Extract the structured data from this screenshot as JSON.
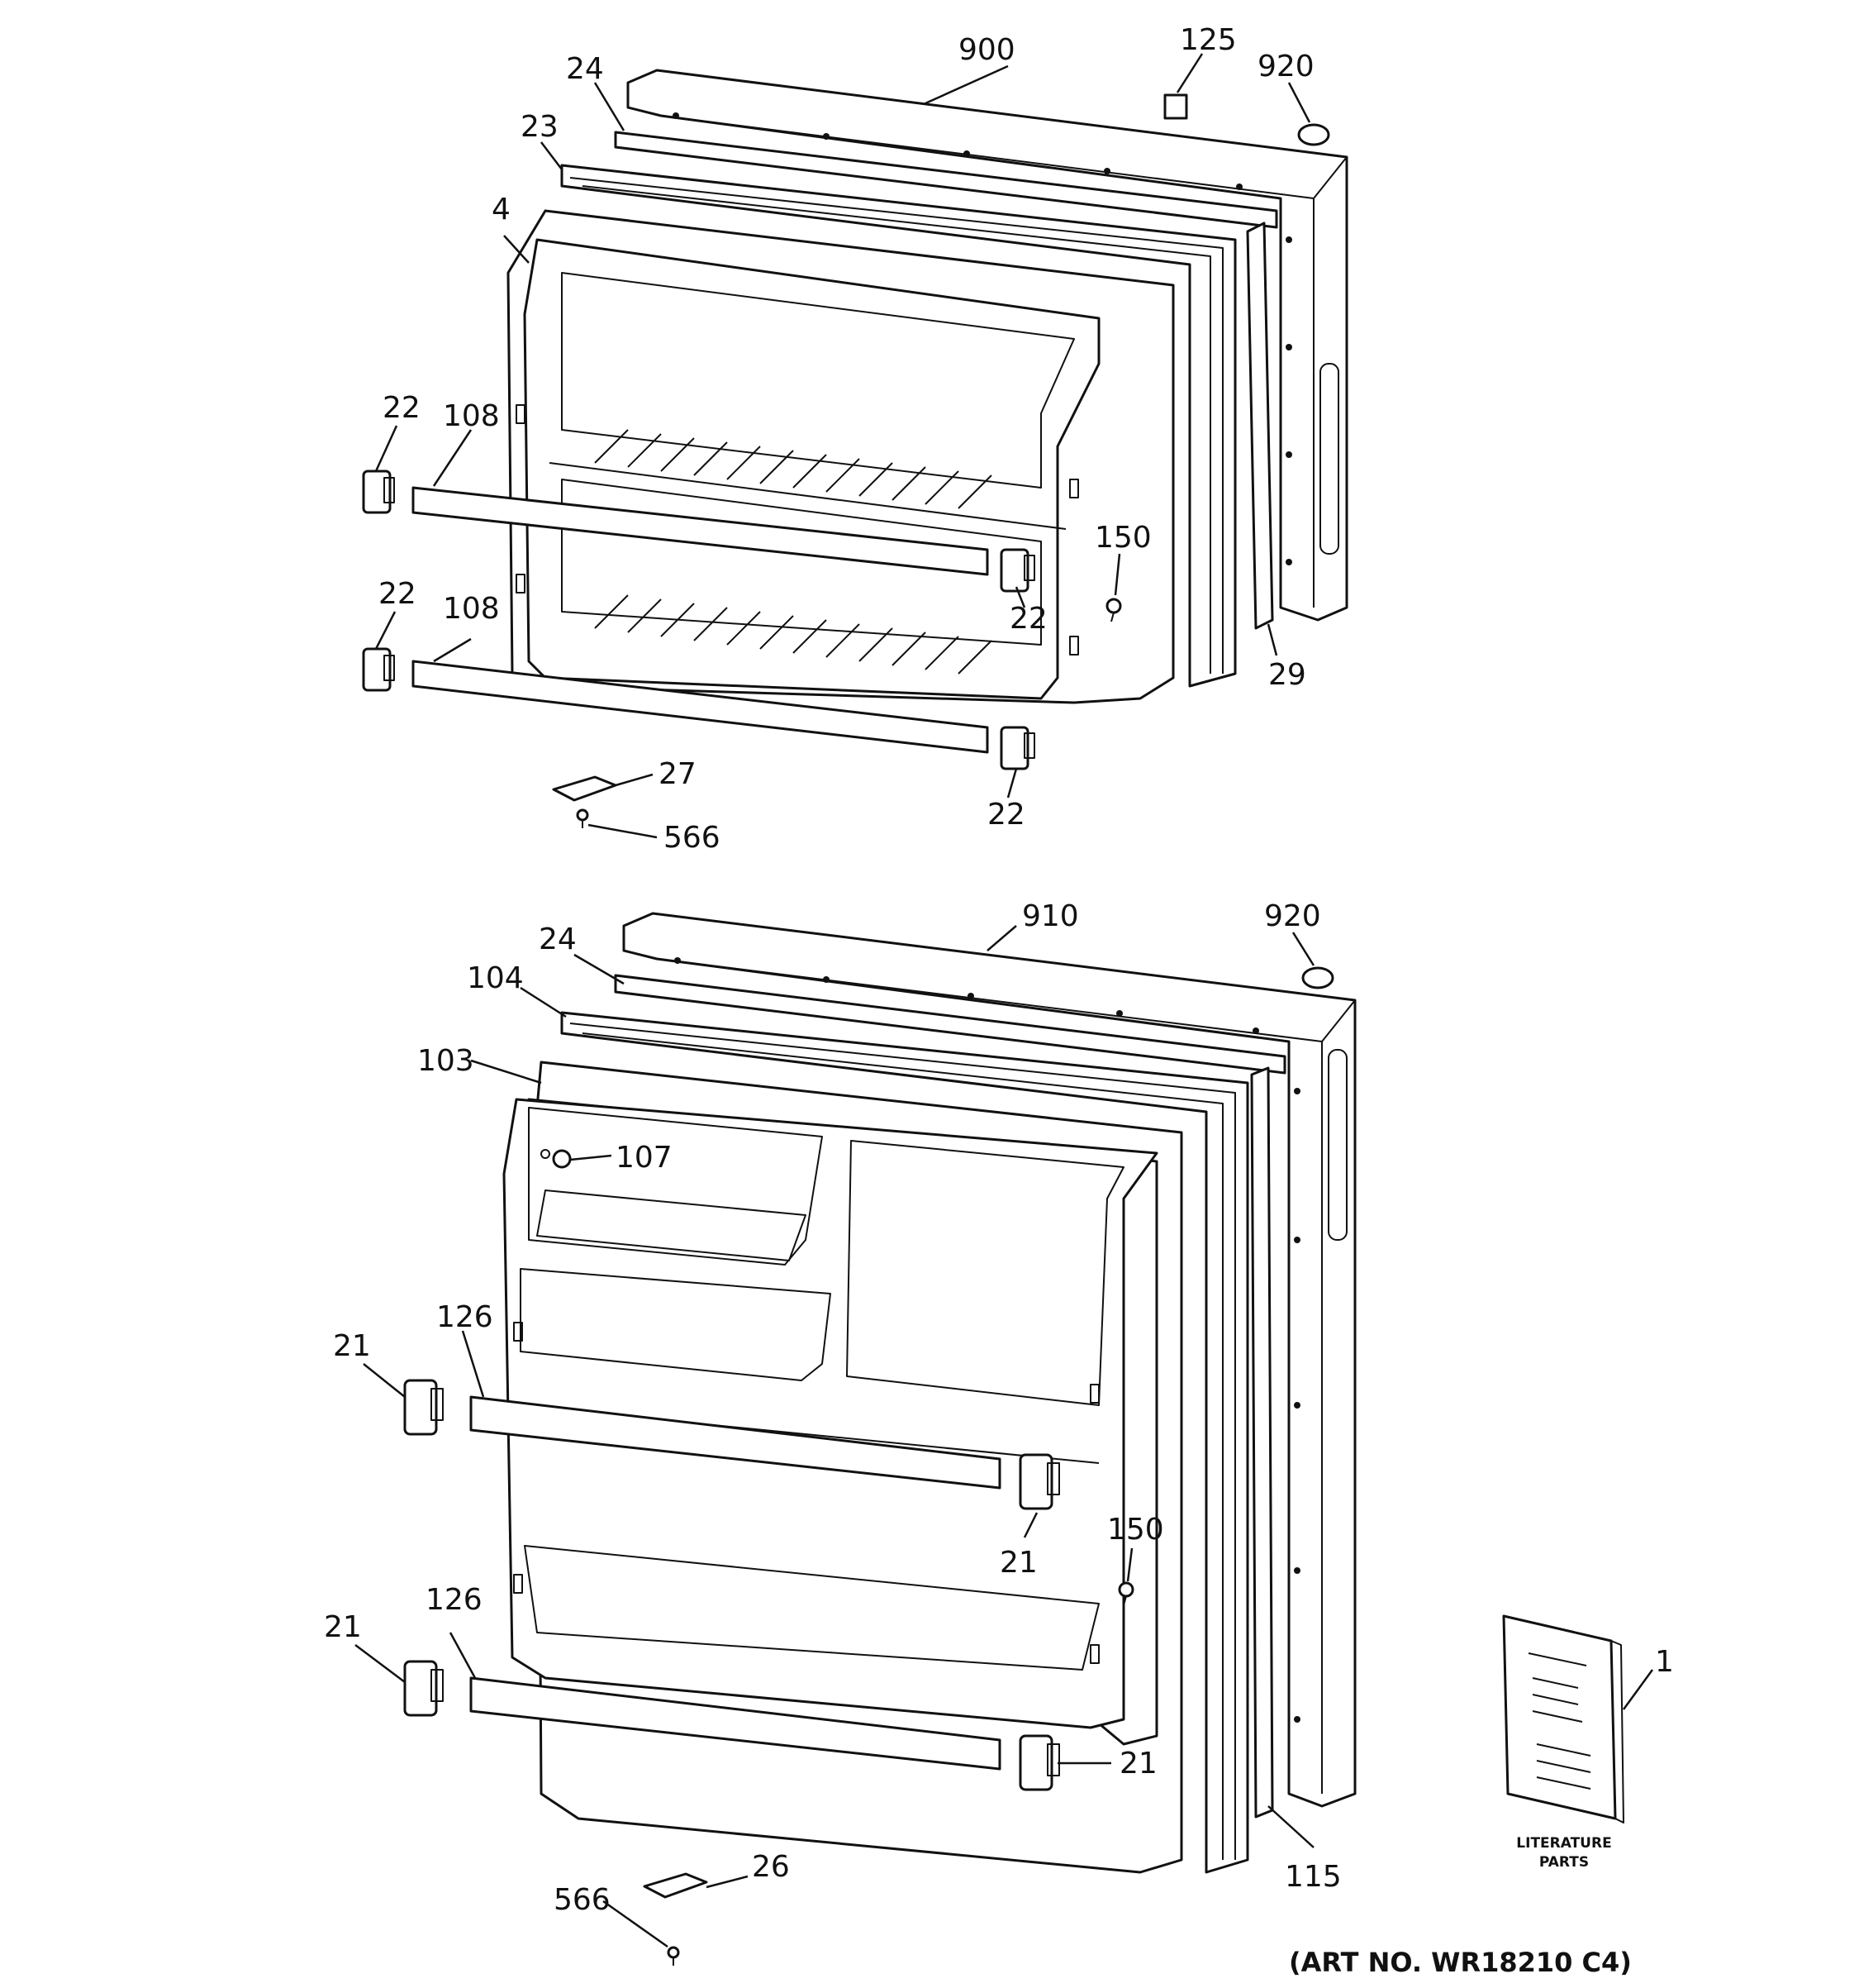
{
  "diagram": {
    "art_number": "(ART NO. WR18210 C4)",
    "literature_label_1": "LITERATURE",
    "literature_label_2": "PARTS",
    "freezer_callouts": {
      "c900": "900",
      "c125": "125",
      "c920": "920",
      "c24": "24",
      "c23": "23",
      "c4": "4",
      "c22a": "22",
      "c108a": "108",
      "c150": "150",
      "c22b": "22",
      "c22c": "22",
      "c108b": "108",
      "c29": "29",
      "c27": "27",
      "c566": "566",
      "c22d": "22"
    },
    "fresh_food_callouts": {
      "c910": "910",
      "c920": "920",
      "c24": "24",
      "c104": "104",
      "c103": "103",
      "c107": "107",
      "c126a": "126",
      "c21a": "21",
      "c21b": "21",
      "c150": "150",
      "c126b": "126",
      "c21c": "21",
      "c21d": "21",
      "c1": "1",
      "c115": "115",
      "c26": "26",
      "c566": "566"
    }
  }
}
